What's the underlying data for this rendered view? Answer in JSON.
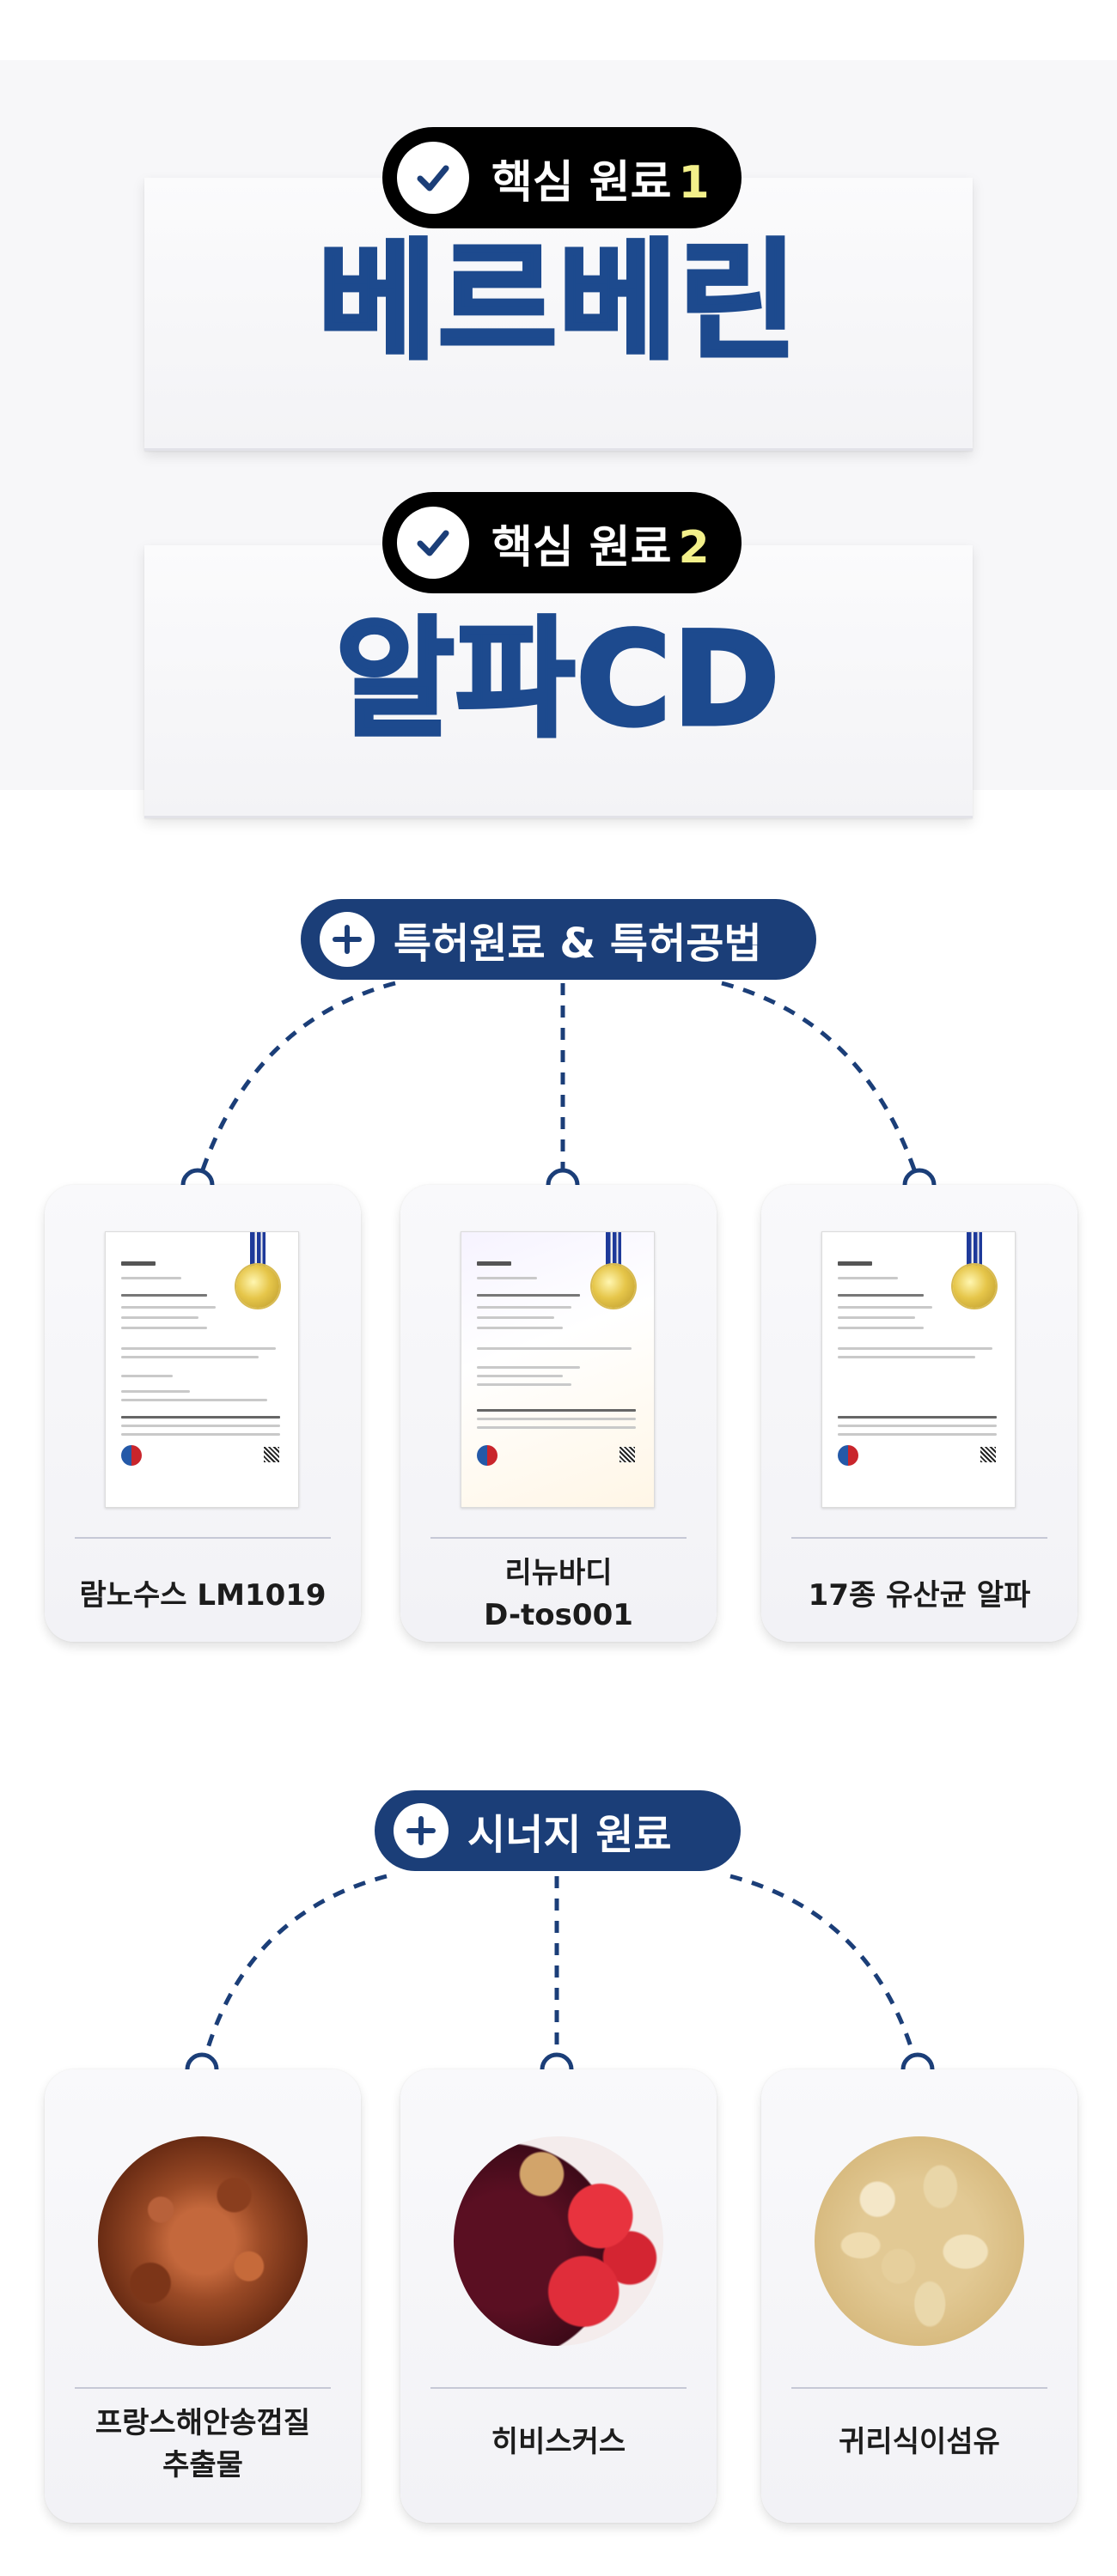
{
  "core": {
    "badge_label": "핵심 원료",
    "items": [
      {
        "number": "1",
        "title": "베르베린"
      },
      {
        "number": "2",
        "title": "알파CD"
      }
    ]
  },
  "patent": {
    "header": "특허원료 & 특허공법",
    "cards": [
      {
        "line1": "람노수스 LM1019",
        "line2": ""
      },
      {
        "line1": "리뉴바디",
        "line2": "D-tos001"
      },
      {
        "line1": "17종 유산균 알파",
        "line2": ""
      }
    ]
  },
  "synergy": {
    "header": "시너지 원료",
    "cards": [
      {
        "line1": "프랑스해안송껍질",
        "line2": "추출물"
      },
      {
        "line1": "히비스커스",
        "line2": ""
      },
      {
        "line1": "귀리식이섬유",
        "line2": ""
      }
    ]
  },
  "colors": {
    "navy": "#1b3e78",
    "title_blue": "#1d4a8e",
    "badge_number_yellow": "#f3f08a"
  },
  "icons": [
    "check-icon",
    "plus-icon"
  ]
}
